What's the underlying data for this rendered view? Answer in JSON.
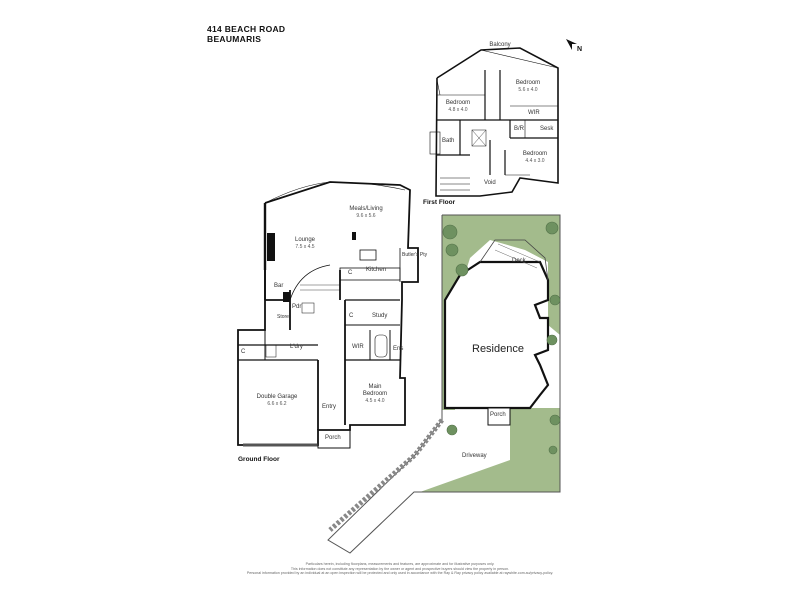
{
  "header": {
    "address_line1": "414 BEACH ROAD",
    "address_line2": "BEAUMARIS"
  },
  "compass": {
    "label": "N"
  },
  "floors": {
    "ground": "Ground Floor",
    "first": "First Floor"
  },
  "first_floor": {
    "balcony": "Balcony",
    "bedroom_a": {
      "name": "Bedroom",
      "dims": "4.8 x 4.0"
    },
    "bedroom_b": {
      "name": "Bedroom",
      "dims": "5.6 x 4.0"
    },
    "bedroom_c": {
      "name": "Bedroom",
      "dims": "4.4 x 3.0"
    },
    "wir": "WIR",
    "br": "B/R",
    "sesk": "Sesk",
    "bath": "Bath",
    "void": "Void"
  },
  "ground_floor": {
    "meals_living": {
      "name": "Meals/Living",
      "dims": "9.6 x 5.6"
    },
    "lounge": {
      "name": "Lounge",
      "dims": "7.5 x 4.5"
    },
    "kitchen": "Kitchen",
    "pantry": "Butler's Pty",
    "bar": "Bar",
    "pdr": "Pdr",
    "store": "Store",
    "ldry": "L'dry",
    "study": "Study",
    "wir": "WIR",
    "ens": "Ens",
    "main_bedroom": {
      "name": "Main",
      "name2": "Bedroom",
      "dims": "4.5 x 4.0"
    },
    "garage": {
      "name": "Double Garage",
      "dims": "6.6 x 6.2"
    },
    "entry": "Entry",
    "porch": "Porch",
    "c1": "C",
    "c2": "C",
    "c3": "C"
  },
  "site": {
    "residence": "Residence",
    "deck": "Deck",
    "porch": "Porch",
    "driveway": "Driveway"
  },
  "colors": {
    "lawn": "#a3bb8c",
    "tree": "#6e9160",
    "wall": "#111111"
  },
  "disclaimer": [
    "Particulars herein, including floorplans, measurements and features, are approximate and for illustrative purposes only.",
    "This information does not constitute any representation by the owner or agent and prospective buyers should view the property in person.",
    "Personal information provided by an individual at an open inspection will be protected and only used in accordance with the Ray & Ray privacy policy available at raywhite.com.au/privacy-policy."
  ]
}
